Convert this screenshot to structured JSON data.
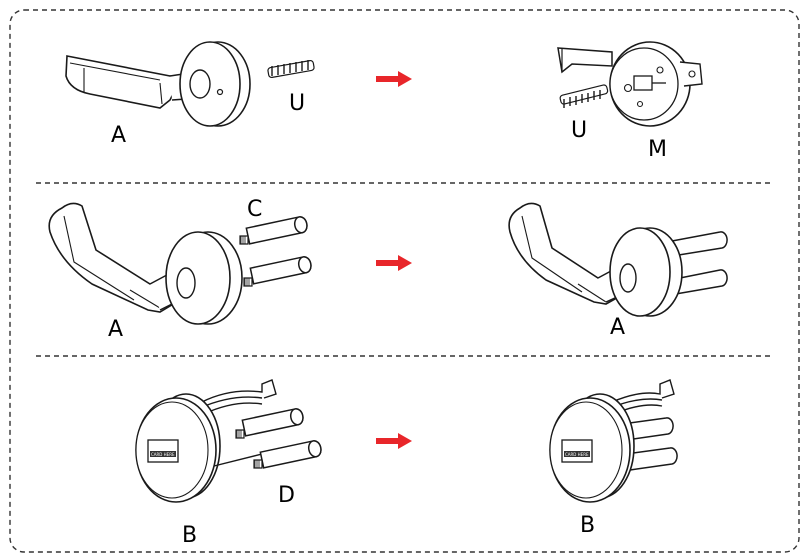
{
  "colors": {
    "arrow": "#e8262a",
    "line": "#1a1a1a",
    "dash": "#333333"
  },
  "icons": [
    "lever-handle",
    "screw",
    "rose-plate-bracket",
    "mounting-posts",
    "reader-module",
    "red-arrow"
  ],
  "rows": [
    {
      "left_labels": [
        "A",
        "U"
      ],
      "right_labels": [
        "U",
        "M"
      ]
    },
    {
      "left_labels": [
        "C",
        "A"
      ],
      "right_labels": [
        "A"
      ]
    },
    {
      "left_labels": [
        "D",
        "B"
      ],
      "right_labels": [
        "B"
      ],
      "card_text": "CARD HERE"
    }
  ]
}
